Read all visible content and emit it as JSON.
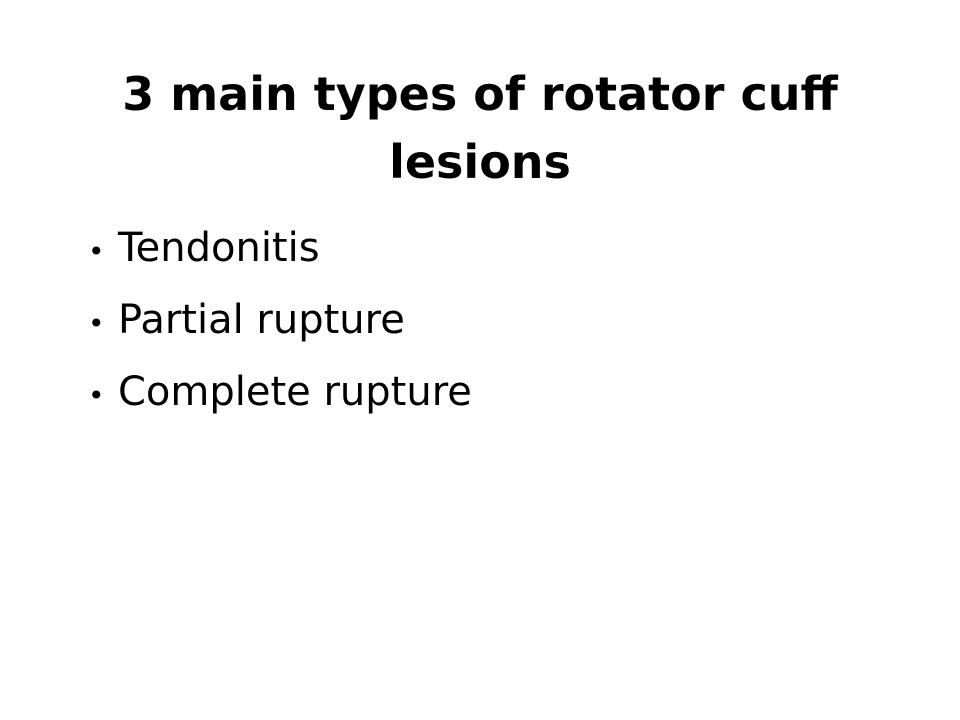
{
  "slide": {
    "title": "3 main types of rotator cuff lesions",
    "bullet_glyph": "•",
    "bullets": [
      "Tendonitis",
      "Partial rupture",
      "Complete rupture"
    ]
  },
  "colors": {
    "background": "#ffffff",
    "text": "#000000"
  }
}
